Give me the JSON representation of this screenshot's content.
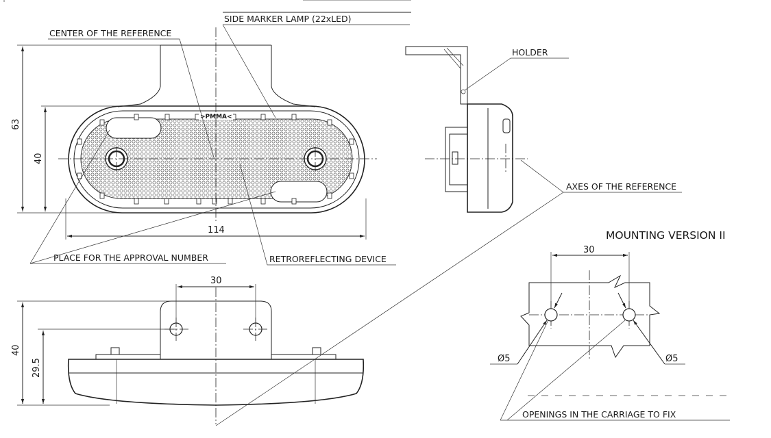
{
  "labels": {
    "side_marker_lamp": "SIDE MARKER LAMP (22xLED)",
    "center_of_reference": "CENTER OF THE REFERENCE",
    "holder": "HOLDER",
    "axes_of_reference": "AXES OF THE REFERENCE",
    "place_for_approval": "PLACE FOR THE APPROVAL NUMBER",
    "retroreflecting_device": "RETROREFLECTING DEVICE",
    "mounting_version": "MOUNTING VERSION II",
    "openings_in_carriage": "OPENINGS IN THE CARRIAGE TO FIX",
    "lens_marking": ">PMMA<"
  },
  "dimensions": {
    "front_height_total": "63",
    "front_height_lens": "40",
    "front_width": "114",
    "bottom_hole_spacing": "30",
    "bottom_height_total": "40",
    "bottom_hole_height": "29.5",
    "mounting_hole_spacing": "30",
    "hole_diameter_left": "Ø5",
    "hole_diameter_right": "Ø5"
  }
}
